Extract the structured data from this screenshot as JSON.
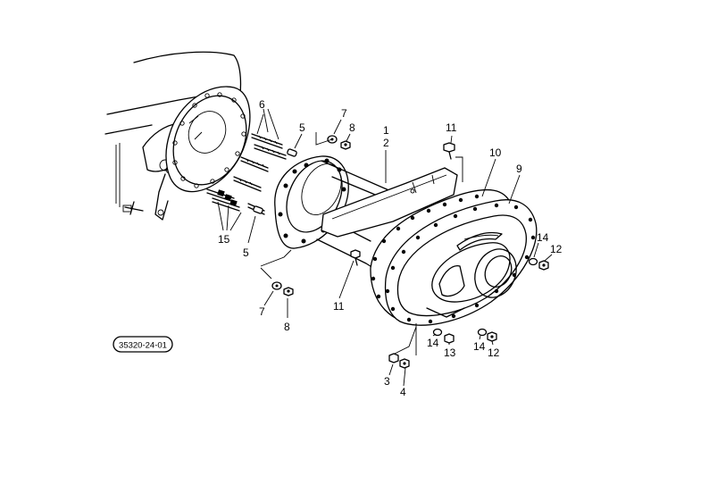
{
  "reference_code": "35320-24-01",
  "callouts": [
    {
      "id": "c1",
      "text": "1"
    },
    {
      "id": "c2",
      "text": "2"
    },
    {
      "id": "c3",
      "text": "3"
    },
    {
      "id": "c4",
      "text": "4"
    },
    {
      "id": "c5a",
      "text": "5"
    },
    {
      "id": "c5b",
      "text": "5"
    },
    {
      "id": "c6",
      "text": "6"
    },
    {
      "id": "c7a",
      "text": "7"
    },
    {
      "id": "c7b",
      "text": "7"
    },
    {
      "id": "c8a",
      "text": "8"
    },
    {
      "id": "c8b",
      "text": "8"
    },
    {
      "id": "c9",
      "text": "9"
    },
    {
      "id": "c10",
      "text": "10"
    },
    {
      "id": "c11a",
      "text": "11"
    },
    {
      "id": "c11b",
      "text": "11"
    },
    {
      "id": "c12a",
      "text": "12"
    },
    {
      "id": "c12b",
      "text": "12"
    },
    {
      "id": "c13",
      "text": "13"
    },
    {
      "id": "c14a",
      "text": "14"
    },
    {
      "id": "c14b",
      "text": "14"
    },
    {
      "id": "c14c",
      "text": "14"
    },
    {
      "id": "c15",
      "text": "15"
    }
  ]
}
